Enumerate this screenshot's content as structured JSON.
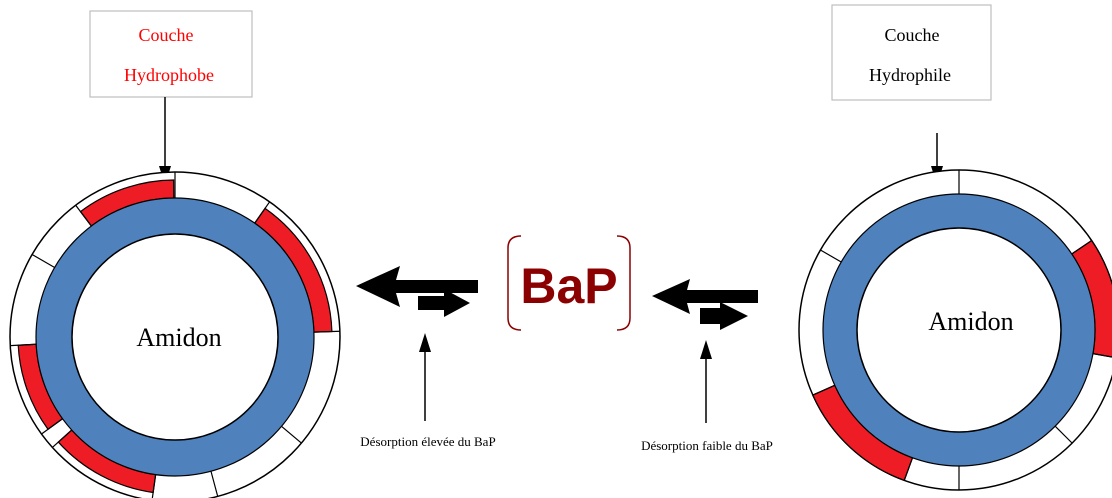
{
  "left_label_box": {
    "line1": "Couche",
    "line2": "Hydrophobe",
    "color": "#ff0000"
  },
  "right_label_box": {
    "line1": "Couche",
    "line2": "Hydrophile",
    "color": "#000000"
  },
  "left_granule": {
    "center_label": "Amidon"
  },
  "right_granule": {
    "center_label": "Amidon"
  },
  "center": {
    "molecule_label": "BaP",
    "molecule_color": "#8b0000"
  },
  "captions": {
    "left": "Désorption élevée du BaP",
    "right": "Désorption faible du BaP"
  },
  "colors": {
    "starch_ring": "#4f81bd",
    "hydrophobe_segment": "#ee1c25",
    "outline": "#000000"
  }
}
